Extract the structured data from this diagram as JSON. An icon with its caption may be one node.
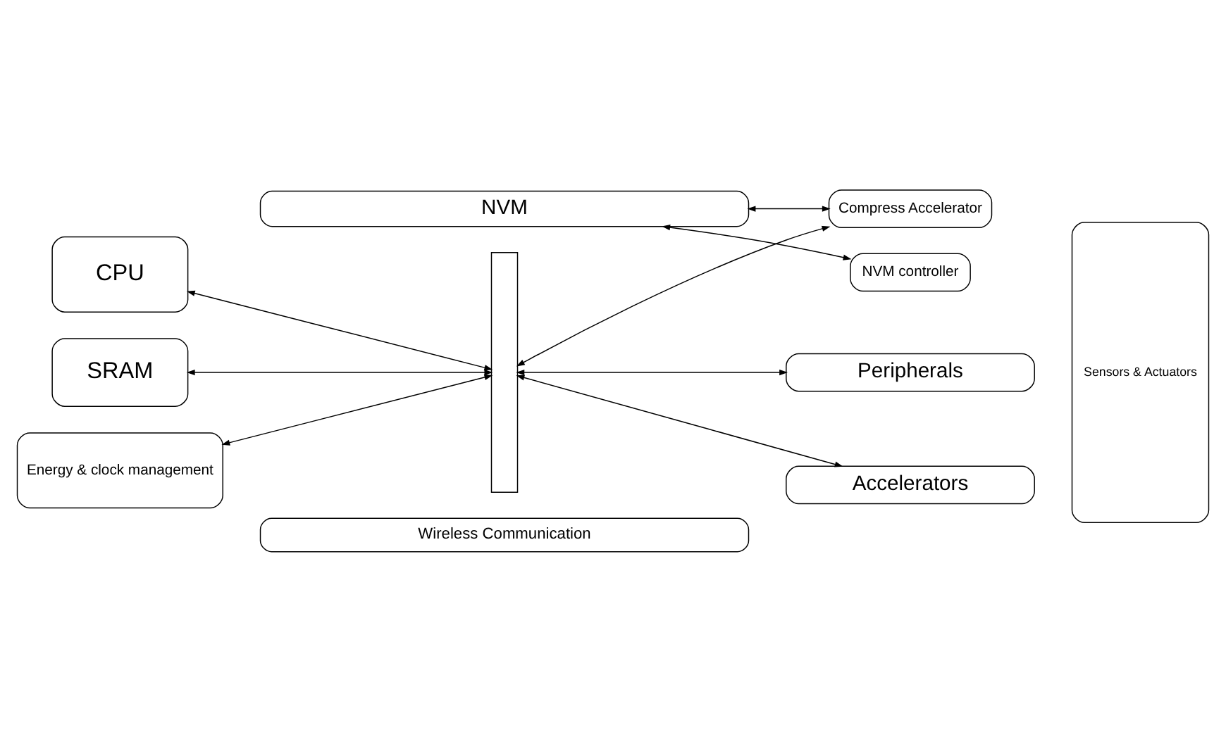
{
  "diagram": {
    "nodes": [
      {
        "text": [
          "NVM"
        ]
      },
      {
        "text": [
          "CPU"
        ]
      },
      {
        "text": [
          "SRAM"
        ]
      },
      {
        "text": [
          "Energy & clock management"
        ]
      },
      {
        "text": [],
        "shape": "bar"
      },
      {
        "text": [
          "Compress Accelerator"
        ]
      },
      {
        "text": [
          "NVM controller"
        ]
      },
      {
        "text": [
          "Accelerators"
        ]
      },
      {
        "text": [
          "Peripherals"
        ]
      },
      {
        "text": [
          "Sensors & Actuators"
        ]
      },
      {
        "text": [
          "Wireless Communication"
        ]
      }
    ],
    "edges": [
      {
        "from": 1,
        "to": 4,
        "arrow": "both"
      },
      {
        "from": 4,
        "to": 5,
        "arrow": "both"
      },
      {
        "from": 2,
        "to": 4,
        "arrow": "both"
      },
      {
        "from": 4,
        "to": 7,
        "arrow": "both"
      },
      {
        "from": 3,
        "to": 4,
        "arrow": "both"
      },
      {
        "from": 4,
        "to": 8,
        "arrow": "both"
      },
      {
        "from": 0,
        "to": 5,
        "arrow": "both"
      },
      {
        "from": 0,
        "to": 6,
        "arrow": "both"
      }
    ]
  }
}
